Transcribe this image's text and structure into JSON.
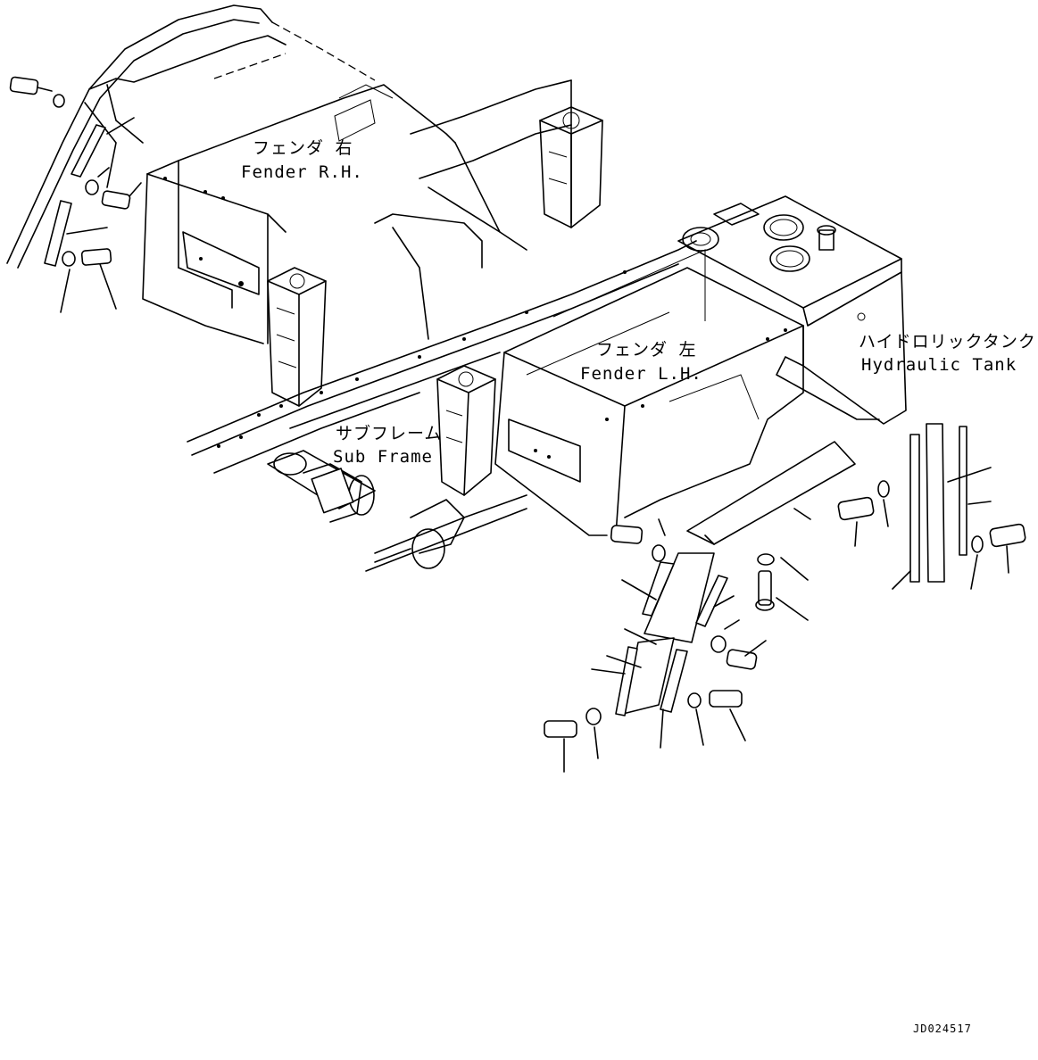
{
  "labels": {
    "fender_rh_jp": "フェンダ 右",
    "fender_rh_en": "Fender R.H.",
    "fender_lh_jp": "フェンダ 左",
    "fender_lh_en": "Fender L.H.",
    "hydraulic_tank_jp": "ハイドロリックタンク",
    "hydraulic_tank_en": "Hydraulic Tank",
    "sub_frame_jp": "サブフレーム",
    "sub_frame_en": "Sub Frame"
  },
  "drawing_code": "JD024517"
}
